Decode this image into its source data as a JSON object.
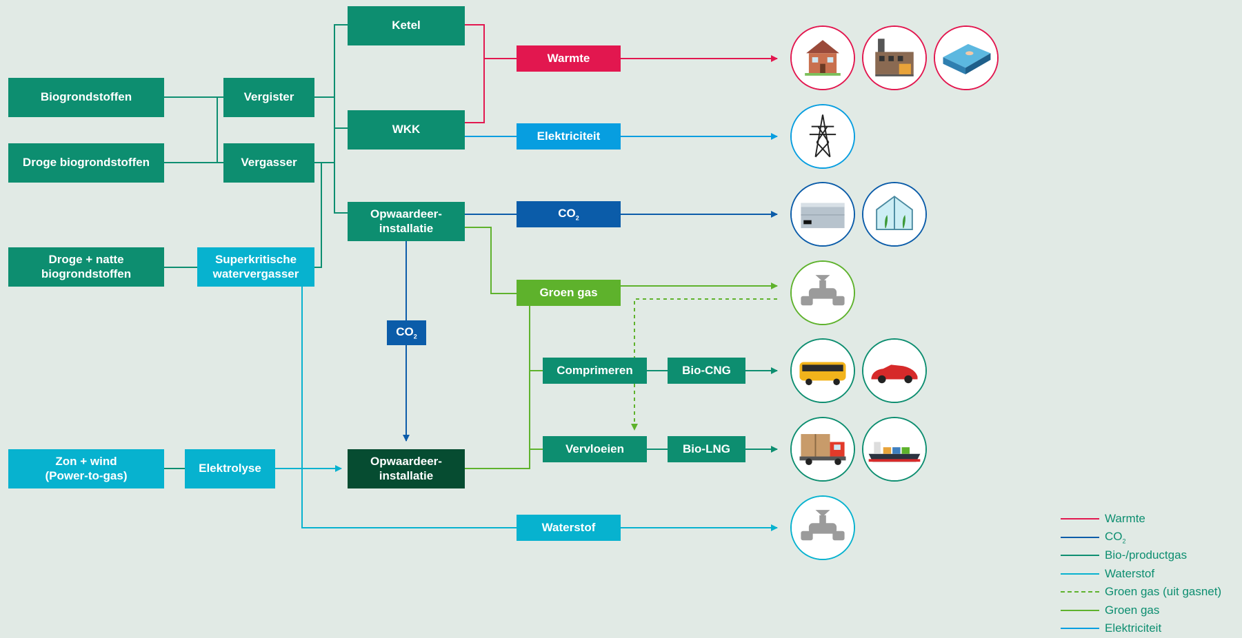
{
  "nodes": {
    "biogrondstoffen": "Biogrondstoffen",
    "droge_biogrondstoffen": "Droge biogrondstoffen",
    "droge_natte_1": "Droge + natte",
    "droge_natte_2": "biogrondstoffen",
    "zon_wind_1": "Zon + wind",
    "zon_wind_2": "(Power-to-gas)",
    "vergister": "Vergister",
    "vergasser": "Vergasser",
    "superkritische_1": "Superkritische",
    "superkritische_2": "watervergasser",
    "elektrolyse": "Elektrolyse",
    "ketel": "Ketel",
    "wkk": "WKK",
    "opwaardeer1_1": "Opwaardeer-",
    "opwaardeer1_2": "installatie",
    "co2_mid": "CO",
    "co2_mid_sub": "2",
    "opwaardeer2_1": "Opwaardeer-",
    "opwaardeer2_2": "installatie",
    "warmte": "Warmte",
    "elektriciteit": "Elektriciteit",
    "co2_right": "CO",
    "co2_right_sub": "2",
    "groen_gas": "Groen gas",
    "comprimeren": "Comprimeren",
    "bio_cng": "Bio-CNG",
    "vervloeien": "Vervloeien",
    "bio_lng": "Bio-LNG",
    "waterstof": "Waterstof"
  },
  "icons": [
    "house-icon",
    "factory-icon",
    "swimming-pool-icon",
    "power-pylon-icon",
    "co2-storage-icon",
    "greenhouse-icon",
    "gas-pipe-icon",
    "bus-icon",
    "car-icon",
    "truck-icon",
    "ship-icon",
    "hydrogen-pipe-icon"
  ],
  "legend": [
    {
      "label": "Warmte",
      "sub": "",
      "color": "#e2174f",
      "dashed": false
    },
    {
      "label": "CO",
      "sub": "2",
      "color": "#0b5ca9",
      "dashed": false
    },
    {
      "label": "Bio-/productgas",
      "sub": "",
      "color": "#0d8e70",
      "dashed": false
    },
    {
      "label": "Waterstof",
      "sub": "",
      "color": "#07b2cf",
      "dashed": false
    },
    {
      "label": "Groen gas (uit gasnet)",
      "sub": "",
      "color": "#5eb22c",
      "dashed": true
    },
    {
      "label": "Groen gas",
      "sub": "",
      "color": "#5eb22c",
      "dashed": false
    },
    {
      "label": "Elektriciteit",
      "sub": "",
      "color": "#079ee0",
      "dashed": false
    }
  ],
  "colors": {
    "background": "#e1eae5",
    "bio_productgas": "#0d8e70",
    "waterstof": "#07b2cf",
    "warmte": "#e2174f",
    "elektriciteit": "#079ee0",
    "co2": "#0b5ca9",
    "groen_gas": "#5eb22c",
    "opwaardeer_dark": "#064c31"
  }
}
